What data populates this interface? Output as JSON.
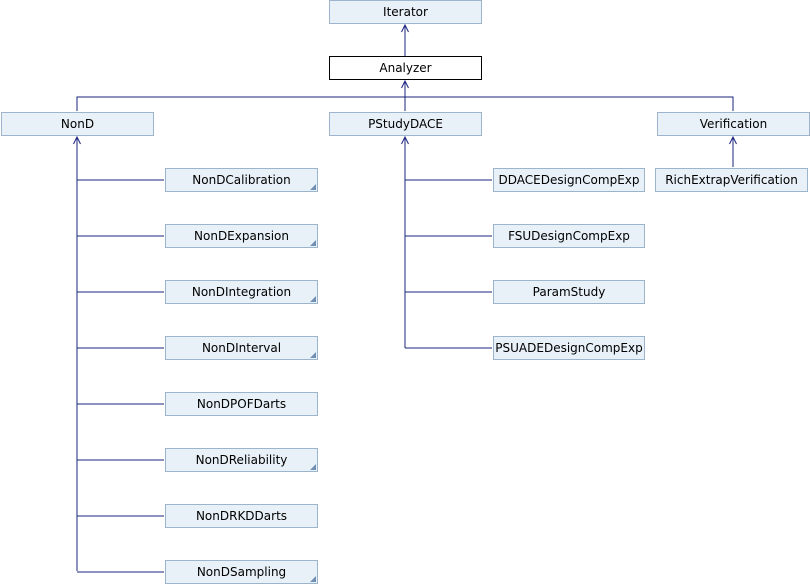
{
  "diagram": {
    "title": "",
    "colors": {
      "node_fill": "#e8f0f8",
      "node_border": "#9cb4cc",
      "current_fill": "#ffffff",
      "current_border": "#000000",
      "edge": "#1a237e",
      "more_marker": "#6f8fb4"
    },
    "nodes": {
      "iterator": {
        "label": "Iterator"
      },
      "analyzer": {
        "label": "Analyzer",
        "current": true
      },
      "nond": {
        "label": "NonD"
      },
      "pstudydace": {
        "label": "PStudyDACE"
      },
      "verification": {
        "label": "Verification"
      },
      "nondcalibration": {
        "label": "NonDCalibration",
        "has_more": true
      },
      "nondexpansion": {
        "label": "NonDExpansion",
        "has_more": true
      },
      "nondintegration": {
        "label": "NonDIntegration",
        "has_more": true
      },
      "nondinterval": {
        "label": "NonDInterval",
        "has_more": true
      },
      "nondpofdarts": {
        "label": "NonDPOFDarts"
      },
      "nondreliability": {
        "label": "NonDReliability",
        "has_more": true
      },
      "nondrkddarts": {
        "label": "NonDRKDDarts"
      },
      "nondsampling": {
        "label": "NonDSampling",
        "has_more": true
      },
      "ddacedesigncompexp": {
        "label": "DDACEDesignCompExp"
      },
      "fsudesigncompexp": {
        "label": "FSUDesignCompExp"
      },
      "paramstudy": {
        "label": "ParamStudy"
      },
      "psuadedesigncompexp": {
        "label": "PSUADEDesignCompExp"
      },
      "richextrapverification": {
        "label": "RichExtrapVerification"
      }
    }
  }
}
